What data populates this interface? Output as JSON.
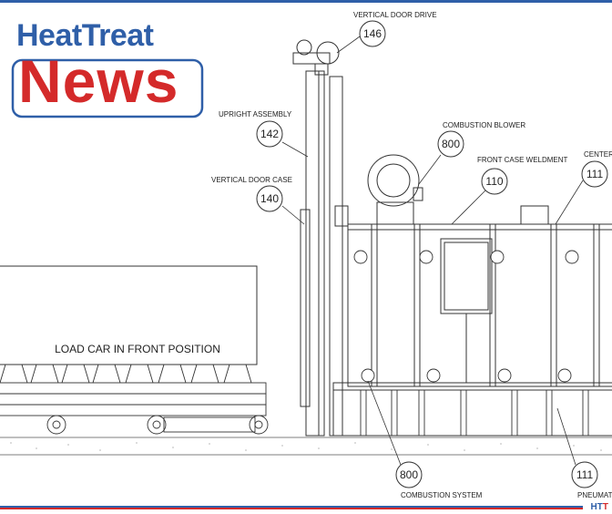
{
  "logo": {
    "line1": "HeatTreat",
    "line2": "News",
    "colors": {
      "blue": "#2f5fa8",
      "red": "#d42a2a"
    }
  },
  "labels": {
    "vertical_door_drive": "VERTICAL DOOR DRIVE",
    "upright_assembly": "UPRIGHT ASSEMBLY",
    "vertical_door_case": "VERTICAL DOOR CASE",
    "combustion_blower": "COMBUSTION BLOWER",
    "front_case_weldment": "FRONT CASE WELDMENT",
    "center": "CENTER",
    "load_car": "LOAD CAR IN FRONT POSITION",
    "combustion_system": "COMBUSTION SYSTEM",
    "pneumatic": "PNEUMATI"
  },
  "callouts": {
    "c146": "146",
    "c142": "142",
    "c140": "140",
    "c800_top": "800",
    "c110": "110",
    "c111_top": "111",
    "c800_bottom": "800",
    "c111_bottom": "111"
  },
  "footer": {
    "tag_blue": "HT",
    "tag_red": "T"
  }
}
